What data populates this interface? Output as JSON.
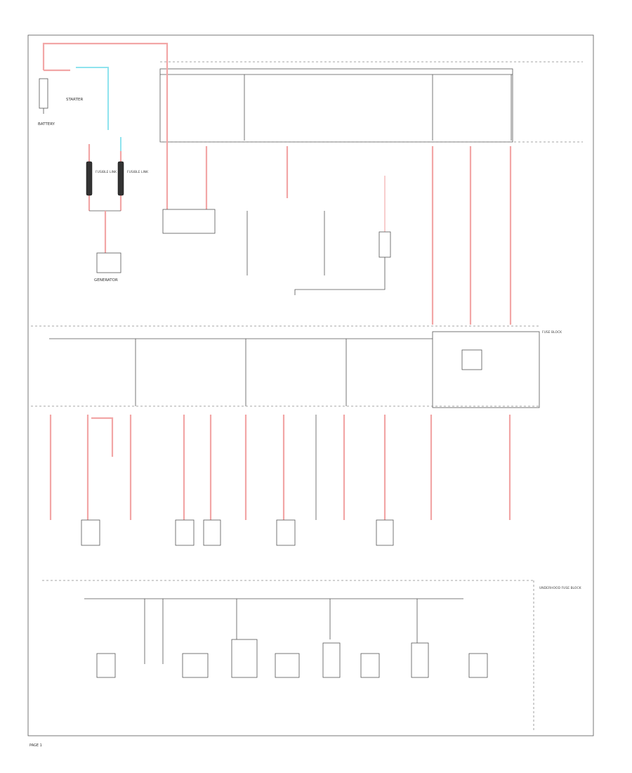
{
  "labels": {
    "battery": "BATTERY",
    "generator": "GENERATOR",
    "starter": "STARTER",
    "fusible_link_1": "FUSIBLE LINK",
    "fusible_link_2": "FUSIBLE LINK",
    "fuse_block": "FUSE BLOCK",
    "bottom_right": "UNDERHOOD FUSE BLOCK",
    "footer": "PAGE 1"
  },
  "colors": {
    "wire_red": "#f2a6a6",
    "wire_cyan": "#8fe3ee",
    "frame": "#555555"
  }
}
